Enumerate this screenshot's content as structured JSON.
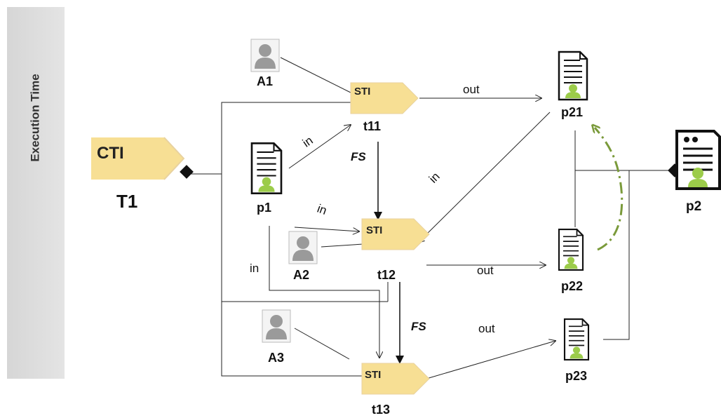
{
  "band_label": "Execution Time",
  "composite_task": {
    "badge": "CTI",
    "name": "T1"
  },
  "tasks": [
    {
      "badge": "STI",
      "name": "t11"
    },
    {
      "badge": "STI",
      "name": "t12"
    },
    {
      "badge": "STI",
      "name": "t13"
    }
  ],
  "actors": [
    "A1",
    "A2",
    "A3"
  ],
  "products": {
    "p1": "p1",
    "p21": "p21",
    "p22": "p22",
    "p23": "p23",
    "p2": "p2"
  },
  "edge_labels": {
    "in_p1_t11": "in",
    "in_p1_t12": "in",
    "in_p1_t13": "in",
    "in_p21_t12": "in",
    "out_t11": "out",
    "out_t12": "out",
    "out_t13": "out",
    "fs_t11_t12": "FS",
    "fs_t12_t13": "FS"
  },
  "colors": {
    "task_fill": "#f7df94",
    "person_green": "#9ccc4a",
    "dashed_arrow": "#7a9a3a"
  }
}
